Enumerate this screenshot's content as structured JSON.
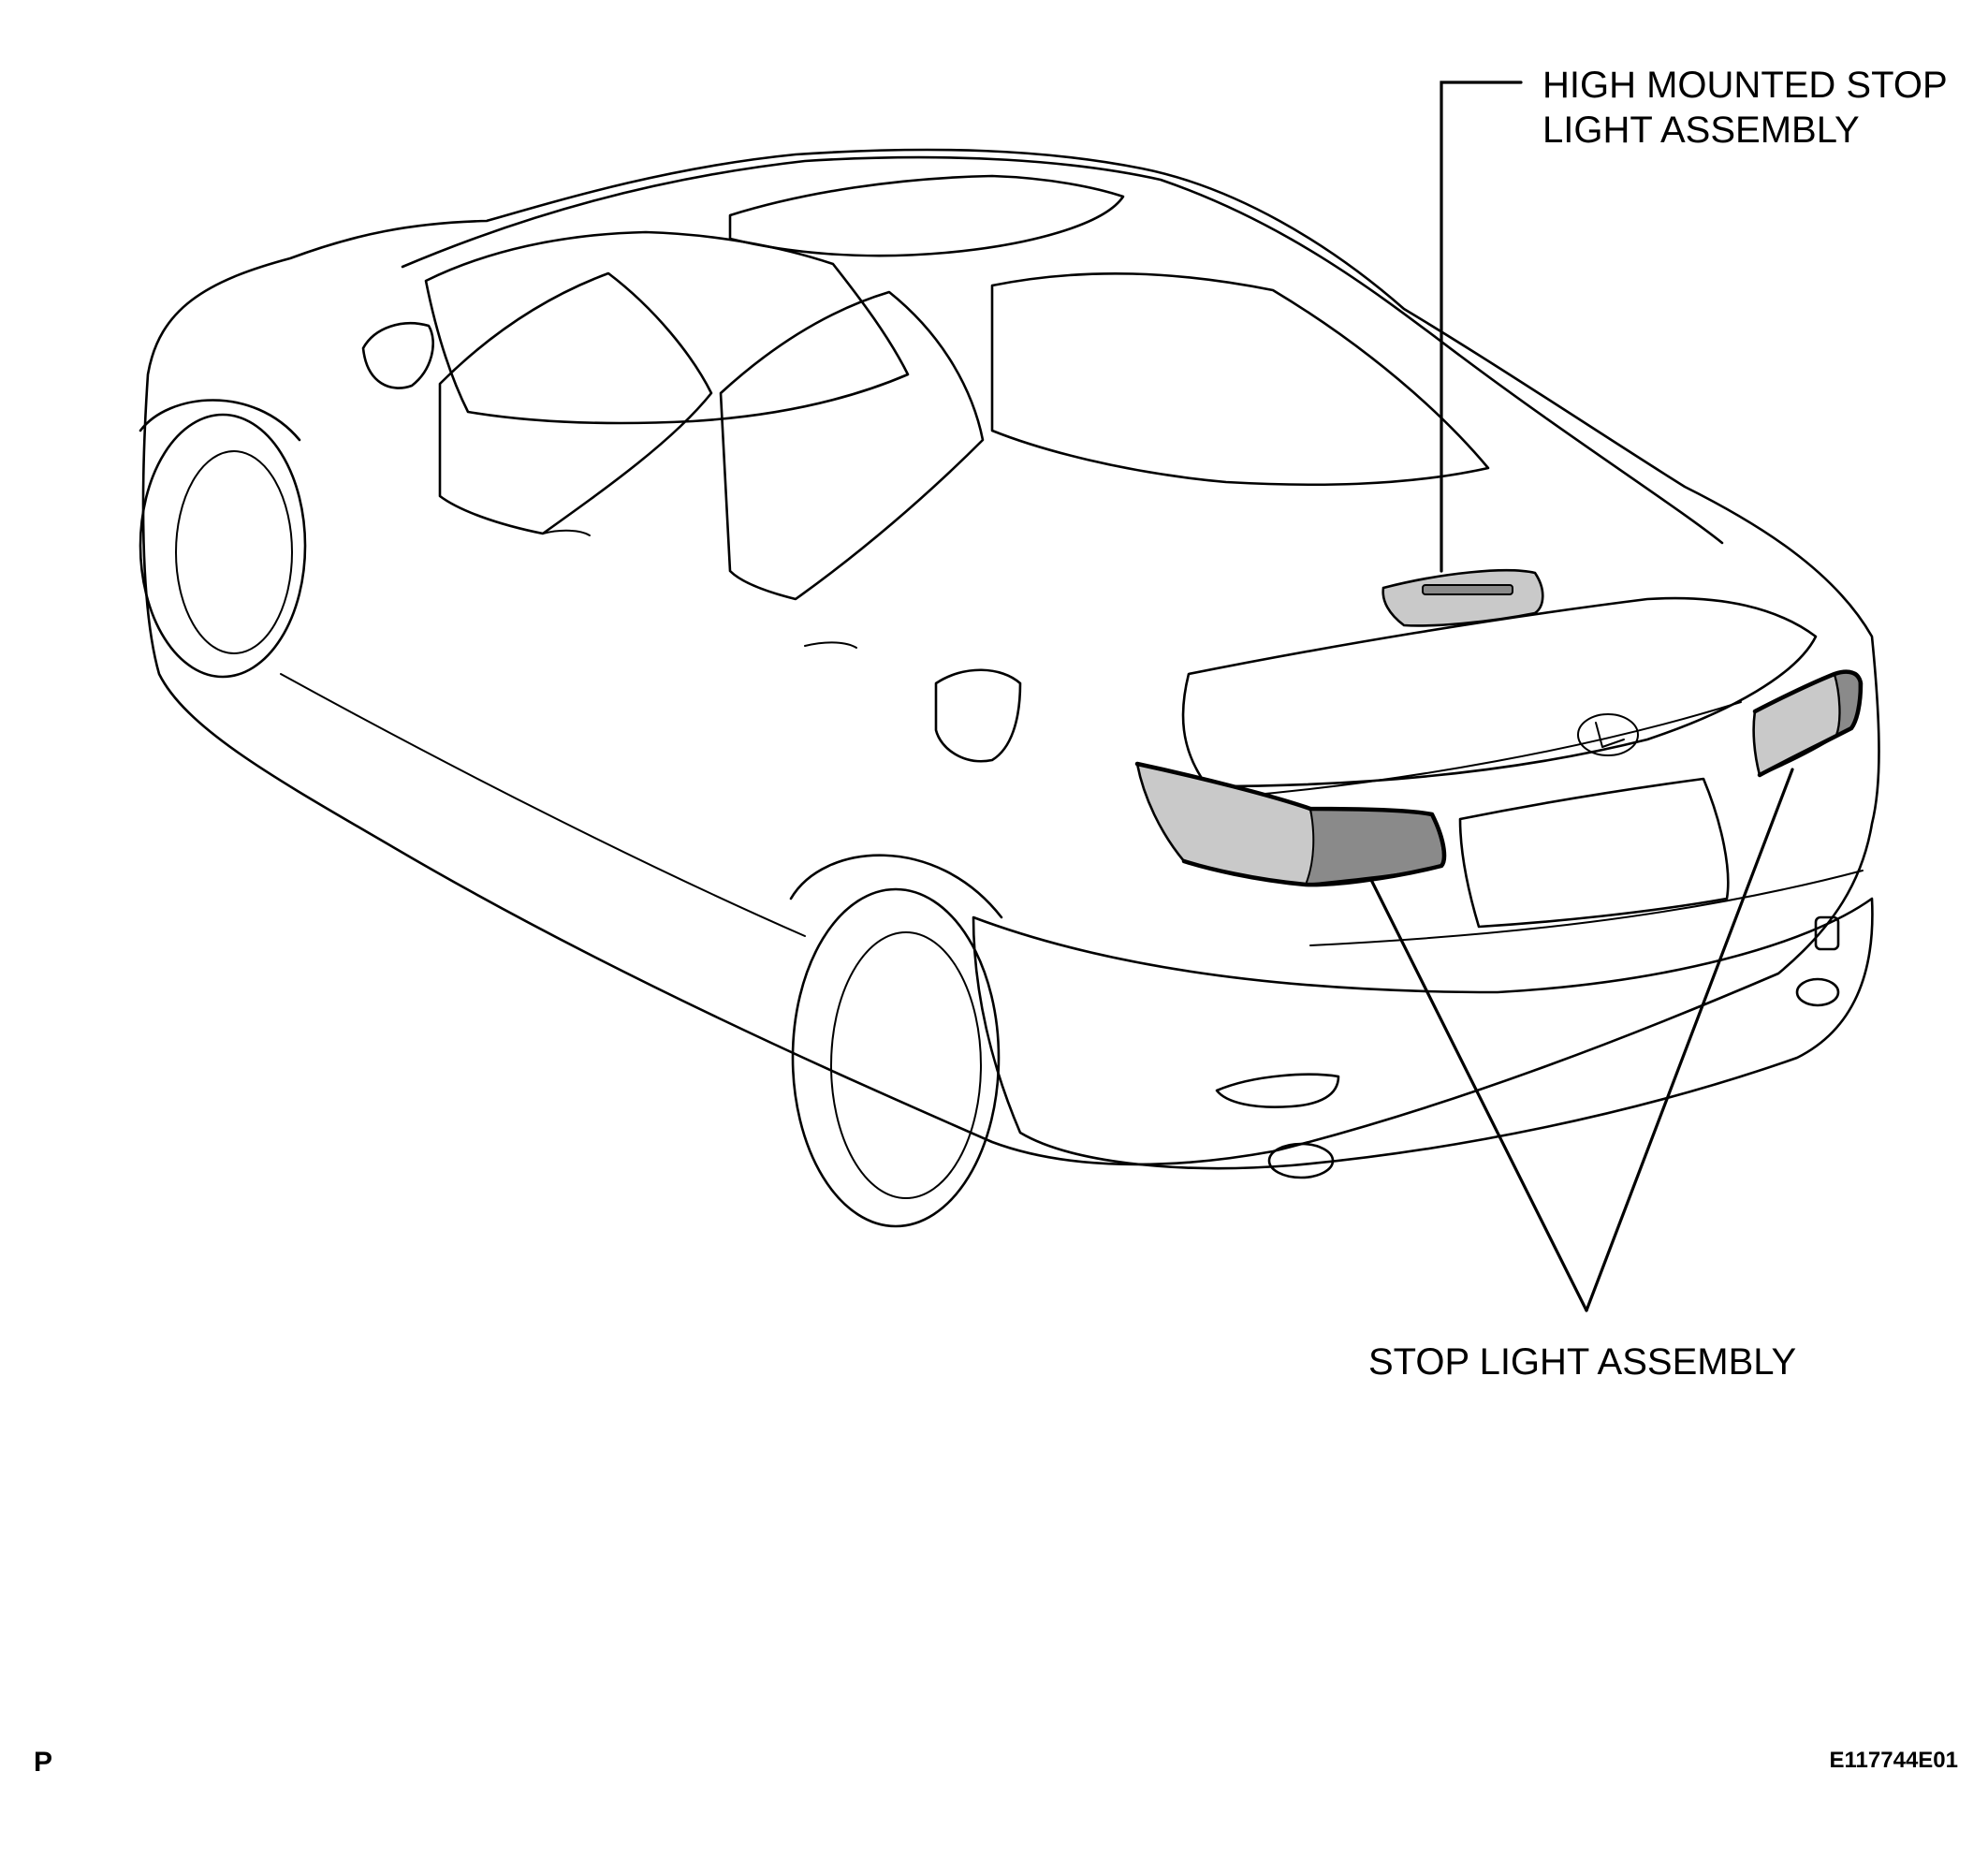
{
  "figure": {
    "callouts": {
      "high_mount": {
        "line1": "HIGH MOUNTED STOP",
        "line2": "LIGHT ASSEMBLY"
      },
      "stop_light": {
        "text": "STOP LIGHT ASSEMBLY"
      }
    },
    "corner_left": "P",
    "corner_right": "E117744E01"
  }
}
